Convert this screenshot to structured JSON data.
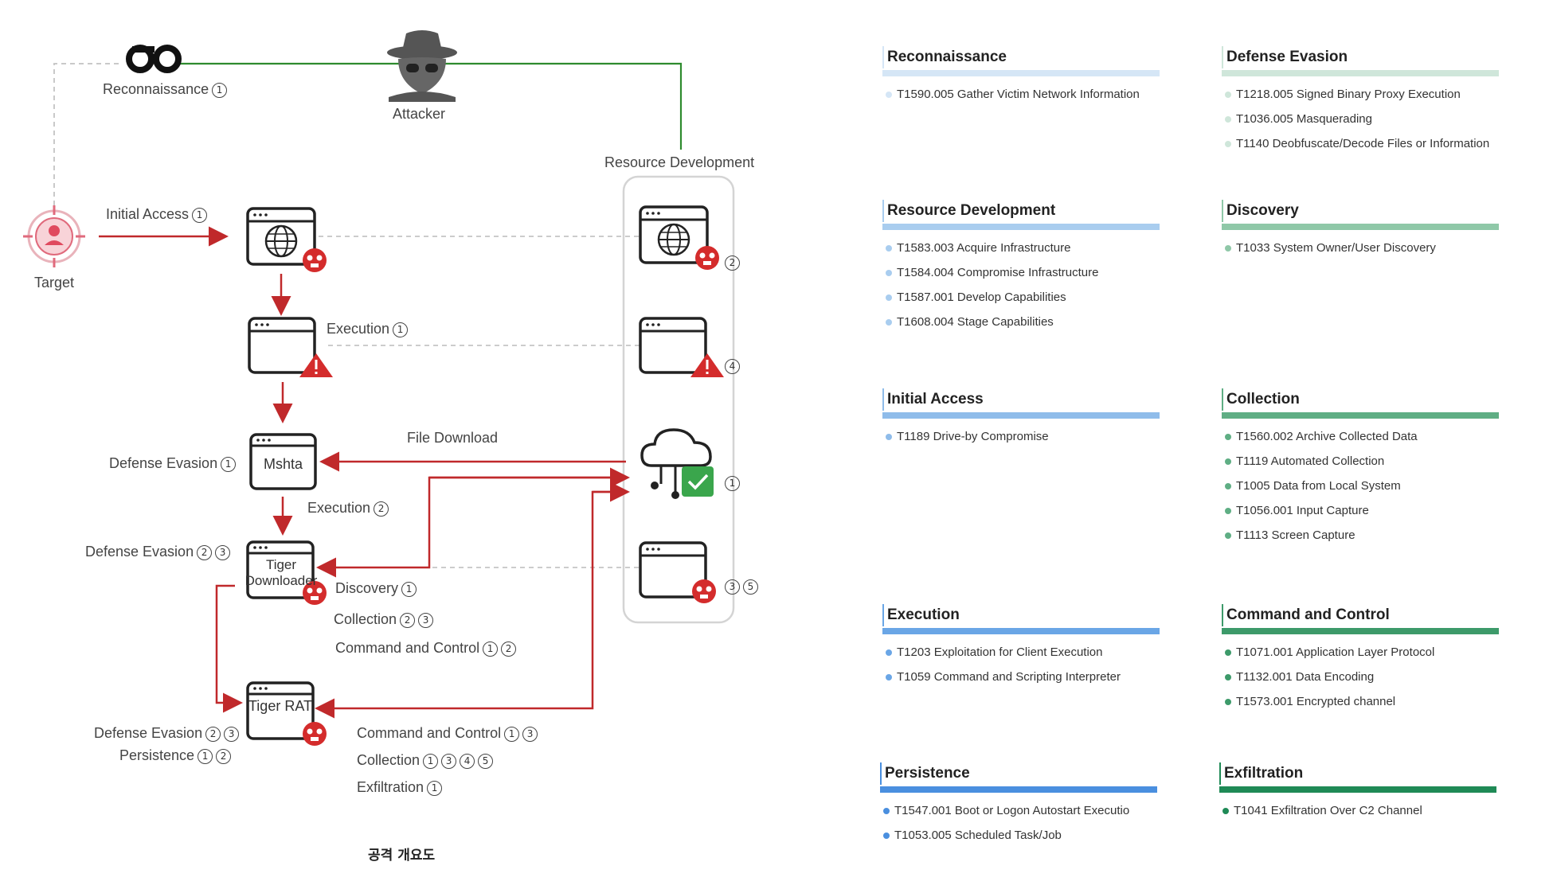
{
  "diagram": {
    "attacker": "Attacker",
    "target": "Target",
    "reconnaissance": "Reconnaissance",
    "resource_development": "Resource Development",
    "initial_access": "Initial Access",
    "execution": "Execution",
    "file_download": "File Download",
    "defense_evasion": "Defense Evasion",
    "discovery": "Discovery",
    "collection": "Collection",
    "command_and_control": "Command and Control",
    "persistence": "Persistence",
    "exfiltration": "Exfiltration",
    "mshta": "Mshta",
    "tiger_downloader": "Tiger Downloader",
    "tiger_rat": "Tiger RAT",
    "caption": "공격 개요도",
    "n1": "1",
    "n2": "2",
    "n3": "3",
    "n4": "4",
    "n5": "5",
    "colors": {
      "red": "#c0292b",
      "green": "#2e8b2e",
      "gray": "#bdbdbd"
    }
  },
  "tactics": [
    {
      "title": "Reconnaissance",
      "color": "#d5e6f6",
      "items": [
        "T1590.005 Gather Victim Network Information"
      ]
    },
    {
      "title": "Defense Evasion",
      "color": "#cfe6da",
      "items": [
        "T1218.005 Signed Binary Proxy Execution",
        "T1036.005 Masquerading",
        "T1140 Deobfuscate/Decode Files or Information"
      ]
    },
    {
      "title": "Resource Development",
      "color": "#a9cdef",
      "items": [
        "T1583.003 Acquire Infrastructure",
        "T1584.004 Compromise Infrastructure",
        "T1587.001 Develop Capabilities",
        "T1608.004 Stage Capabilities"
      ]
    },
    {
      "title": "Discovery",
      "color": "#8fc8a8",
      "items": [
        "T1033 System Owner/User Discovery"
      ]
    },
    {
      "title": "Initial Access",
      "color": "#8fbcea",
      "items": [
        "T1189 Drive-by Compromise"
      ]
    },
    {
      "title": "Collection",
      "color": "#5fae84",
      "items": [
        "T1560.002 Archive Collected Data",
        "T1119 Automated Collection",
        "T1005 Data from Local System",
        "T1056.001 Input Capture",
        "T1113 Screen Capture"
      ]
    },
    {
      "title": "Execution",
      "color": "#6aa6e6",
      "items": [
        "T1203 Exploitation for Client Execution",
        "T1059 Command and Scripting Interpreter"
      ]
    },
    {
      "title": "Command and Control",
      "color": "#3d9a6a",
      "items": [
        "T1071.001 Application Layer Protocol",
        "T1132.001 Data Encoding",
        "T1573.001 Encrypted channel"
      ]
    },
    {
      "title": "Persistence",
      "color": "#4a8fdf",
      "items": [
        "T1547.001 Boot or Logon Autostart Executio",
        "T1053.005 Scheduled Task/Job"
      ]
    },
    {
      "title": "Exfiltration",
      "color": "#1f8a56",
      "items": [
        "T1041 Exfiltration Over C2 Channel"
      ]
    }
  ]
}
